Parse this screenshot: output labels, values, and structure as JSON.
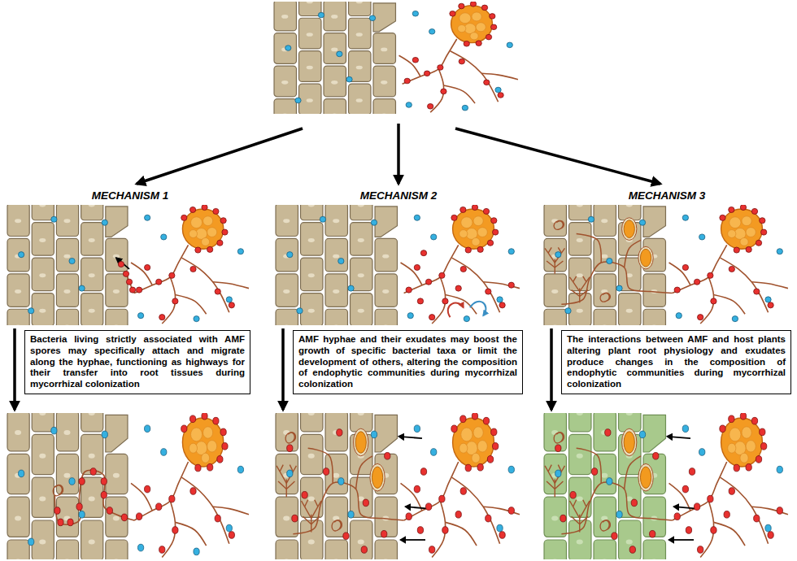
{
  "diagram": {
    "nodes": [
      {
        "text": [
          "Bacteria living strictly associated with AMF spores may specifically attach and migrate along the hyphae, functioning as highways for their transfer into root tissues during mycorrhizal colonization"
        ]
      },
      {
        "text": [
          "AMF hyphae and their exudates may boost the growth of specific bacterial taxa or limit the development of others, altering the composition of endophytic communities during mycorrhizal colonization"
        ]
      },
      {
        "text": [
          "The interactions between AMF and host plants altering plant root physiology and exudates produce changes in the composition of endophytic communities during mycorrhizal colonization"
        ]
      }
    ],
    "labels": [
      "MECHANISM 1",
      "MECHANISM 2",
      "MECHANISM 3"
    ]
  }
}
